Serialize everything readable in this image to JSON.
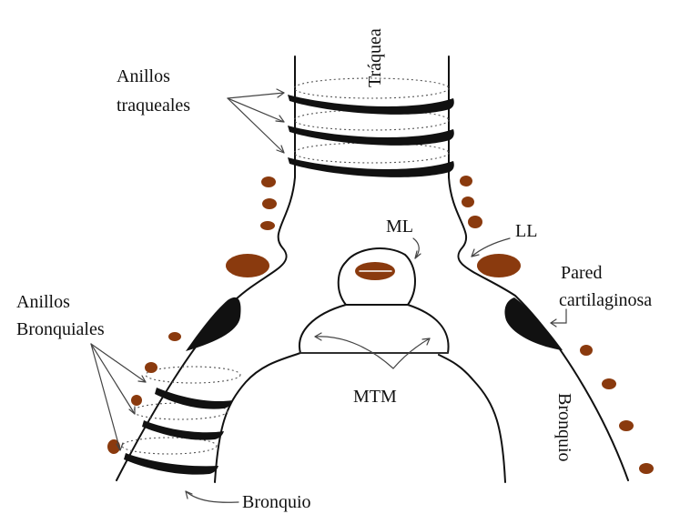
{
  "labels": {
    "traquea": "Tráquea",
    "anillos_traqueales_1": "Anillos",
    "anillos_traqueales_2": "traqueales",
    "ml": "ML",
    "ll": "LL",
    "pared_1": "Pared",
    "pared_2": "cartilaginosa",
    "anillos_bronquiales_1": "Anillos",
    "anillos_bronquiales_2": "Bronquiales",
    "mtm": "MTM",
    "bronquio_bottom": "Bronquio",
    "bronquio_right": "Bronquio"
  },
  "colors": {
    "outline": "#111111",
    "lymph_node": "#8a3a0e",
    "cartilage": "#111111",
    "background": "#ffffff"
  }
}
